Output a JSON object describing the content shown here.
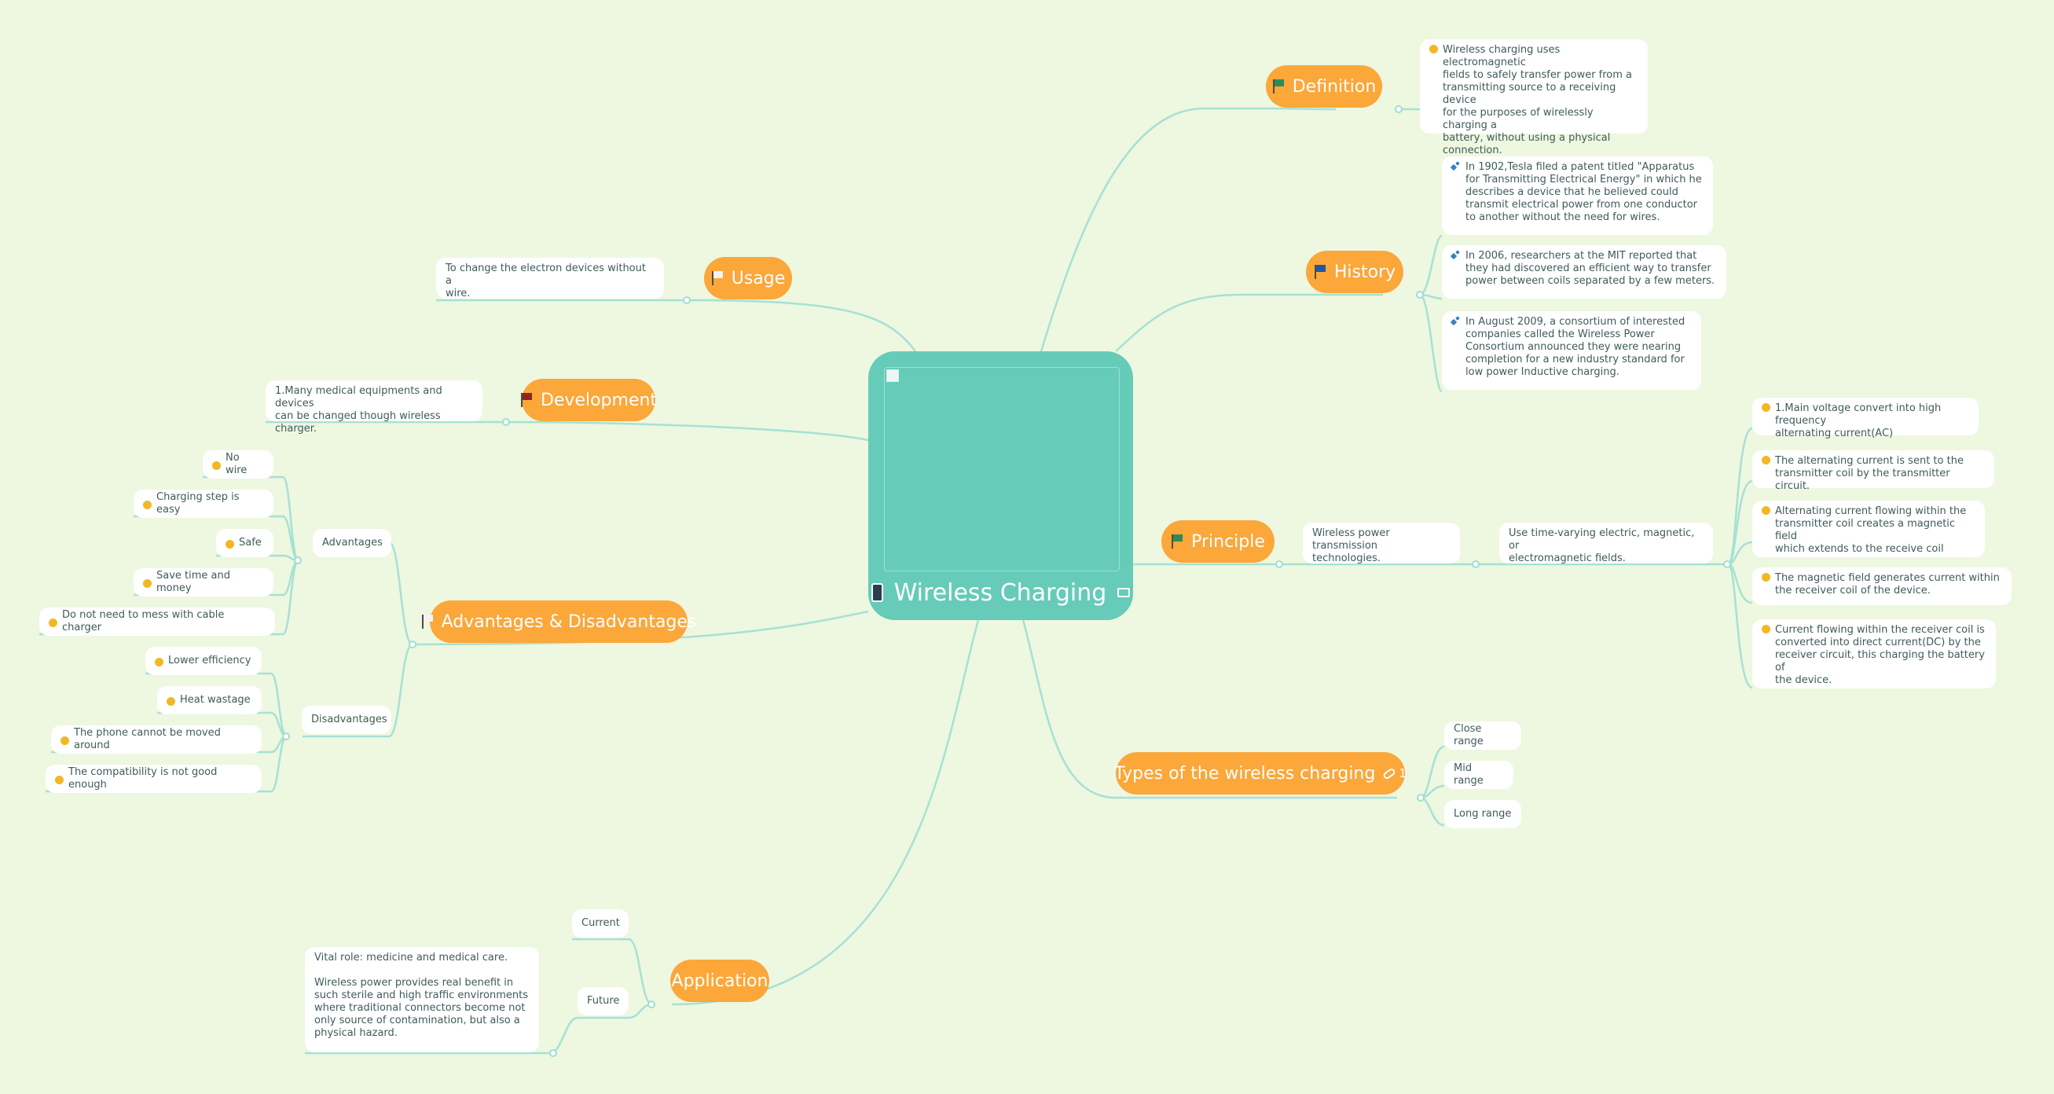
{
  "colors": {
    "background": "#eef7e0",
    "central": "#66cbb9",
    "main_topic": "#fba73a",
    "link": "#a6e1d5",
    "text": "#3f5b5a"
  },
  "central": {
    "title": "Wireless Charging",
    "icon": "phone-icon"
  },
  "definition": {
    "label": "Definition",
    "flag_color": "#2e8b57",
    "text": "Wireless charging uses electromagnetic\nfields to safely transfer power from a\ntransmitting source to a receiving device\nfor the purposes of wirelessly charging a\nbattery, without using a physical\nconnection."
  },
  "history": {
    "label": "History",
    "flag_color": "#2155a6",
    "items": [
      "In 1902,Tesla filed a patent titled \"Apparatus\nfor Transmitting Electrical Energy\" in which he\ndescribes a device that he believed could\ntransmit electrical power from one conductor\nto another without the need for wires.",
      "In 2006, researchers at the MIT reported that\nthey had discovered an efficient way to transfer\npower between coils separated by a few meters.",
      "In August 2009, a consortium of interested\ncompanies called the Wireless Power\nConsortium announced they were nearing\ncompletion for a new industry standard for\nlow power Inductive charging."
    ]
  },
  "principle": {
    "label": "Principle",
    "flag_color": "#2e8b57",
    "level1": "Wireless power transmission\ntechnologies.",
    "level2": "Use time-varying electric, magnetic, or\nelectromagnetic fields.",
    "steps": [
      "1.Main voltage convert into high frequency\nalternating current(AC)",
      "The alternating current is sent to the\ntransmitter coil by the transmitter circuit.",
      "Alternating current flowing within the\ntransmitter coil creates a magnetic field\nwhich extends to the receive coil",
      "The magnetic field generates current within\nthe receiver coil of the device.",
      "Current flowing within the receiver coil is\nconverted into direct current(DC) by the\nreceiver circuit, this charging the battery of\nthe device."
    ]
  },
  "types": {
    "label": "Types of the wireless charging",
    "link_count": "1",
    "items": [
      "Close range",
      "Mid range",
      "Long range"
    ]
  },
  "usage": {
    "label": "Usage",
    "flag_color": "#f3f3f3",
    "text": "To change the electron devices without a\nwire."
  },
  "development": {
    "label": "Development",
    "flag_color": "#8e2424",
    "text": "1.Many medical equipments and devices\ncan be changed though wireless charger."
  },
  "advdis": {
    "label": "Advantages & Disadvantages",
    "flag_color": "#f3f3f3",
    "advantages": {
      "label": "Advantages",
      "items": [
        "No wire",
        "Charging step is easy",
        "Safe",
        "Save time and money",
        "Do not need to mess with cable charger"
      ]
    },
    "disadvantages": {
      "label": "Disadvantages",
      "items": [
        "Lower efficiency",
        "Heat wastage",
        "The phone cannot be moved around",
        "The compatibility is not good enough"
      ]
    }
  },
  "application": {
    "label": "Application",
    "current": "Current",
    "future": "Future",
    "future_text": "Vital role: medicine and medical care.\n\nWireless power provides real benefit in\nsuch sterile and high traffic environments\nwhere traditional connectors become not\nonly source of contamination, but also a\nphysical hazard."
  }
}
